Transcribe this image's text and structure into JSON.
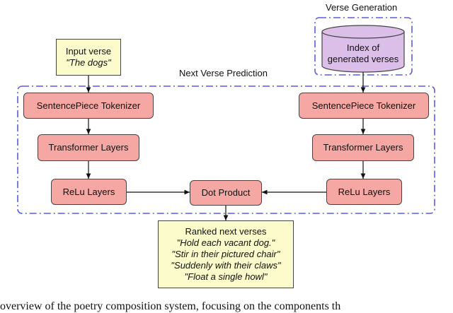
{
  "regions": {
    "verse_generation": "Verse Generation",
    "next_verse_prediction": "Next Verse Prediction"
  },
  "input": {
    "title": "Input verse",
    "text": "\"The dogs\""
  },
  "index": {
    "line1": "Index of",
    "line2": "generated verses"
  },
  "left_stack": {
    "tokenizer": "SentencePiece Tokenizer",
    "transformer": "Transformer Layers",
    "relu": "ReLu Layers"
  },
  "right_stack": {
    "tokenizer": "SentencePiece Tokenizer",
    "transformer": "Transformer Layers",
    "relu": "ReLu Layers"
  },
  "dot_product": "Dot Product",
  "output": {
    "title": "Ranked next verses",
    "verses": [
      "\"Hold each vacant dog.\"",
      "\"Stir in their pictured chair\"",
      "\"Suddenly with their claws\"",
      "\"Float a single howl\""
    ]
  },
  "caption": "overview of the poetry composition system, focusing on the components th",
  "colors": {
    "layer_fill": "#f4a7a3",
    "note_fill": "#fbfbcb",
    "index_fill": "#dcbfe8",
    "region_border": "#5a5ae6"
  }
}
